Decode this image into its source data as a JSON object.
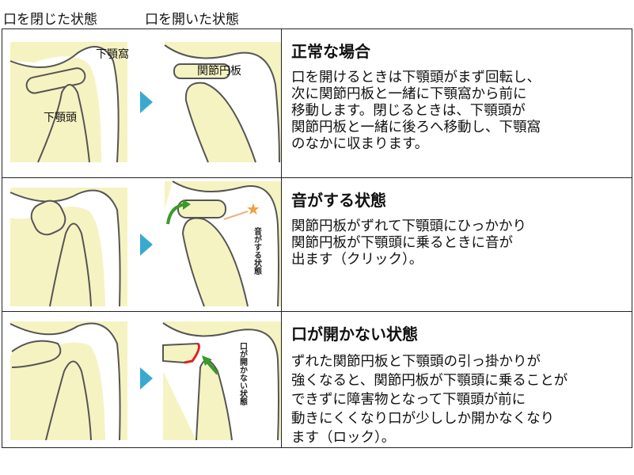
{
  "header": {
    "closed": "口を閉じた状態",
    "open": "口を開いた状態"
  },
  "rows": [
    {
      "title": "正常な場合",
      "body": "口を開けるときは下顎頭がまず回転し、\n次に関節円板と一緒に下顎窩から前に\n移動します。閉じるときは、下顎頭が\n関節円板と一緒に後ろへ移動し、下顎窩\nのなかに収まります。",
      "labels": {
        "fossa": "下顎窩",
        "condyle": "下顎頭",
        "disc": "関節円板"
      }
    },
    {
      "title": "音がする状態",
      "body": "関節円板がずれて下顎頭にひっかかり\n関節円板が下顎頭に乗るときに音が\n出ます（クリック）。",
      "vertical_label": "音がする状態"
    },
    {
      "title": "口が開かない状態",
      "body": "ずれた関節円板と下顎頭の引っ掛かりが\n強くなると、関節円板が下顎頭に乗ることが\nできずに障害物となって下顎頭が前に\n動きにくくなり口が少ししか開かなくなり\nます（ロック）。",
      "vertical_label": "口が開かない状態"
    }
  ],
  "colors": {
    "bone": "#f6f3c2",
    "arrow": "#3aa9cf",
    "green": "#3a9a2a",
    "red": "#e02020",
    "star": "#f0a040"
  }
}
